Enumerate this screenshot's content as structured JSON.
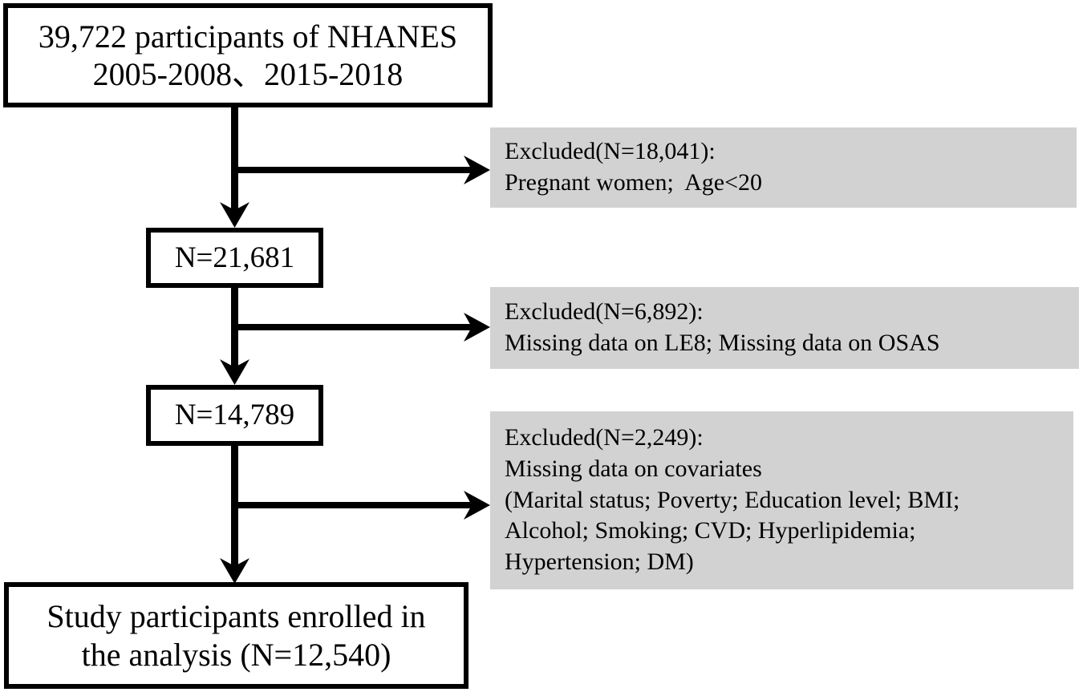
{
  "diagram": {
    "title": "NHANES study participant selection flow",
    "colors": {
      "stroke": "#000000",
      "box_fill": "#ffffff",
      "exclusion_fill": "#d2d2d2",
      "text": "#000000"
    },
    "nodes": {
      "top": {
        "line1": "39,722 participants of NHANES",
        "line2": "2005-2008、2015-2018"
      },
      "stage1": {
        "line1": "N=21,681"
      },
      "stage2": {
        "line1": "N=14,789"
      },
      "final": {
        "line1": "Study participants enrolled in",
        "line2": "the analysis (N=12,540)"
      }
    },
    "exclusions": [
      {
        "line1": "Excluded(N=18,041):",
        "line2": "Pregnant women;  Age<20",
        "line3": "",
        "line4": "",
        "line5": ""
      },
      {
        "line1": "Excluded(N=6,892):",
        "line2": "Missing data on LE8; Missing data on OSAS",
        "line3": "",
        "line4": "",
        "line5": ""
      },
      {
        "line1": "Excluded(N=2,249):",
        "line2": "Missing data on covariates",
        "line3": "(Marital status; Poverty; Education level; BMI;",
        "line4": "Alcohol; Smoking; CVD; Hyperlipidemia;",
        "line5": "Hypertension; DM)"
      }
    ]
  }
}
